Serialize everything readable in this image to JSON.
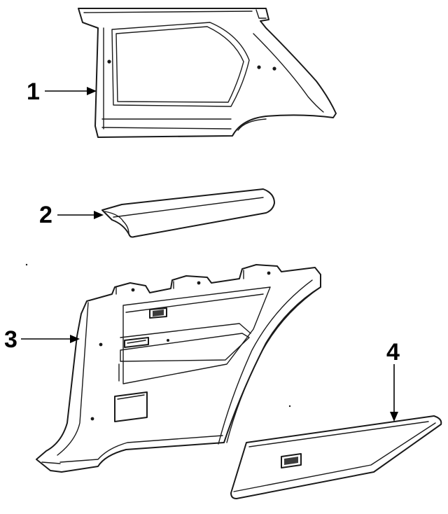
{
  "diagram": {
    "callouts": [
      {
        "id": "1",
        "label": "1",
        "part": "quarter-window-trim-panel"
      },
      {
        "id": "2",
        "label": "2",
        "part": "armrest-pad"
      },
      {
        "id": "3",
        "label": "3",
        "part": "quarter-trim-panel"
      },
      {
        "id": "4",
        "label": "4",
        "part": "speaker-grille-cover"
      }
    ]
  }
}
